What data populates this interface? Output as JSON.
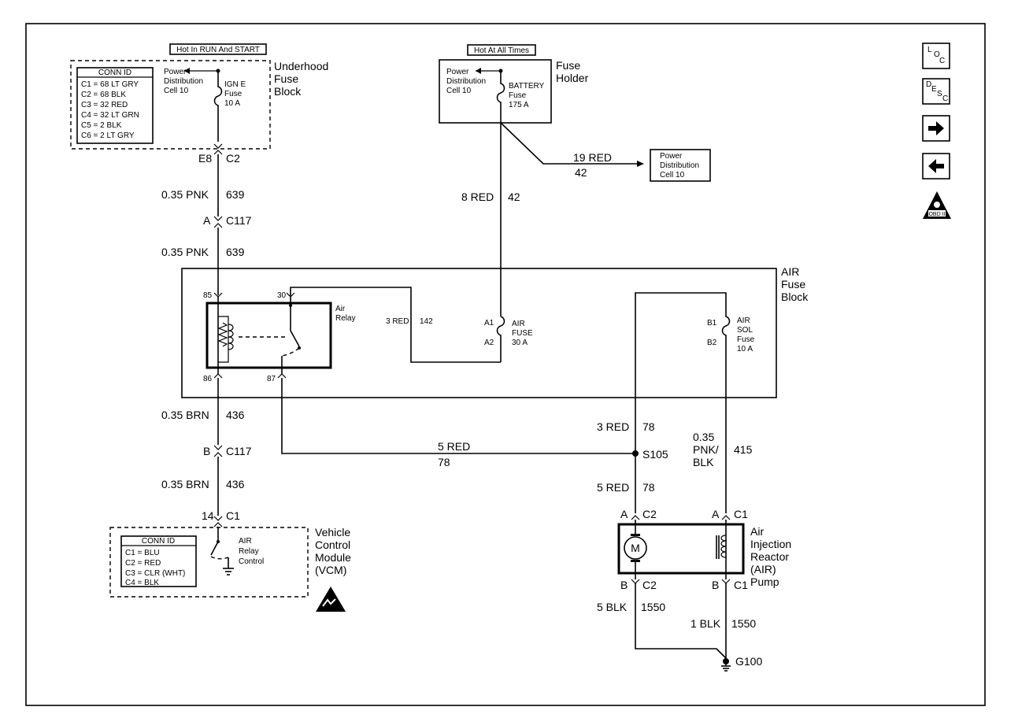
{
  "labels": {
    "hot_run_start": "Hot In RUN And START",
    "hot_all_times": "Hot At All Times",
    "underhood": [
      "Underhood",
      "Fuse",
      "Block"
    ],
    "fuse_holder": [
      "Fuse",
      "Holder"
    ],
    "air_fuse_block": [
      "AIR",
      "Fuse",
      "Block"
    ],
    "vcm": [
      "Vehicle",
      "Control",
      "Module",
      "(VCM)"
    ],
    "air_pump": [
      "Air",
      "Injection",
      "Reactor",
      "(AIR)",
      "Pump"
    ],
    "pd_cell_left": [
      "Power",
      "Distribution",
      "Cell 10"
    ],
    "pd_cell_mid": [
      "Power",
      "Distribution",
      "Cell 10"
    ],
    "pd_cell_right": [
      "Power",
      "Distribution",
      "Cell 10"
    ],
    "ign_fuse": [
      "IGN E",
      "Fuse",
      "10 A"
    ],
    "battery_fuse": [
      "BATTERY",
      "Fuse",
      "175 A"
    ],
    "air_relay": [
      "Air",
      "Relay"
    ],
    "air_fuse": [
      "AIR",
      "FUSE",
      "30 A"
    ],
    "air_sol_fuse": [
      "AIR",
      "SOL",
      "Fuse",
      "10 A"
    ],
    "air_relay_control": [
      "AIR",
      "Relay",
      "Control"
    ],
    "motor": "M"
  },
  "conn_id_underhood": {
    "title": "CONN ID",
    "rows": [
      "C1 = 68 LT GRY",
      "C2 = 68 BLK",
      "C3 = 32 RED",
      "C4 = 32 LT GRN",
      "C5 = 2 BLK",
      "C6 = 2 LT GRY"
    ]
  },
  "conn_id_vcm": {
    "title": "CONN ID",
    "rows": [
      "C1 = BLU",
      "C2 = RED",
      "C3 = CLR (WHT)",
      "C4 = BLK"
    ]
  },
  "connectors": {
    "e8": "E8",
    "c2_top": "C2",
    "a_c117_pin": "A",
    "c117_a": "C117",
    "b_c117_pin": "B",
    "c117_b": "C117",
    "pin14": "14",
    "c1_vcm": "C1",
    "relay_85": "85",
    "relay_30": "30",
    "relay_86": "86",
    "relay_87": "87",
    "a1": "A1",
    "a2": "A2",
    "b1": "B1",
    "b2": "B2",
    "pump_a_left": "A",
    "pump_c2_top": "C2",
    "pump_a_right": "A",
    "pump_c1_top": "C1",
    "pump_b_left": "B",
    "pump_c2_bot": "C2",
    "pump_b_right": "B",
    "pump_c1_bot": "C1",
    "splice": "S105",
    "ground": "G100"
  },
  "wires": {
    "pnk_top_size": "0.35 PNK",
    "pnk_top_circ": "639",
    "pnk_mid_size": "0.35 PNK",
    "pnk_mid_circ": "639",
    "brn_top_size": "0.35 BRN",
    "brn_top_circ": "436",
    "brn_bot_size": "0.35 BRN",
    "brn_bot_circ": "436",
    "red8_size": "8 RED",
    "red8_circ": "42",
    "red19_size": "19 RED",
    "red19_circ": "42",
    "red3_relay_size": "3 RED",
    "red3_relay_circ": "142",
    "red5_h_size": "5 RED",
    "red5_h_circ": "78",
    "red3_s_size": "3 RED",
    "red3_s_circ": "78",
    "red5_v_size": "5 RED",
    "red5_v_circ": "78",
    "pnkblk_size": [
      "0.35",
      "PNK/",
      "BLK"
    ],
    "pnkblk_circ": "415",
    "blk5_size": "5 BLK",
    "blk5_circ": "1550",
    "blk1_size": "1 BLK",
    "blk1_circ": "1550"
  },
  "nav": {
    "loc": [
      "L",
      "O",
      "C"
    ],
    "desc": [
      "D",
      "E",
      "S",
      "C"
    ],
    "obd_badge": "OBD II"
  }
}
